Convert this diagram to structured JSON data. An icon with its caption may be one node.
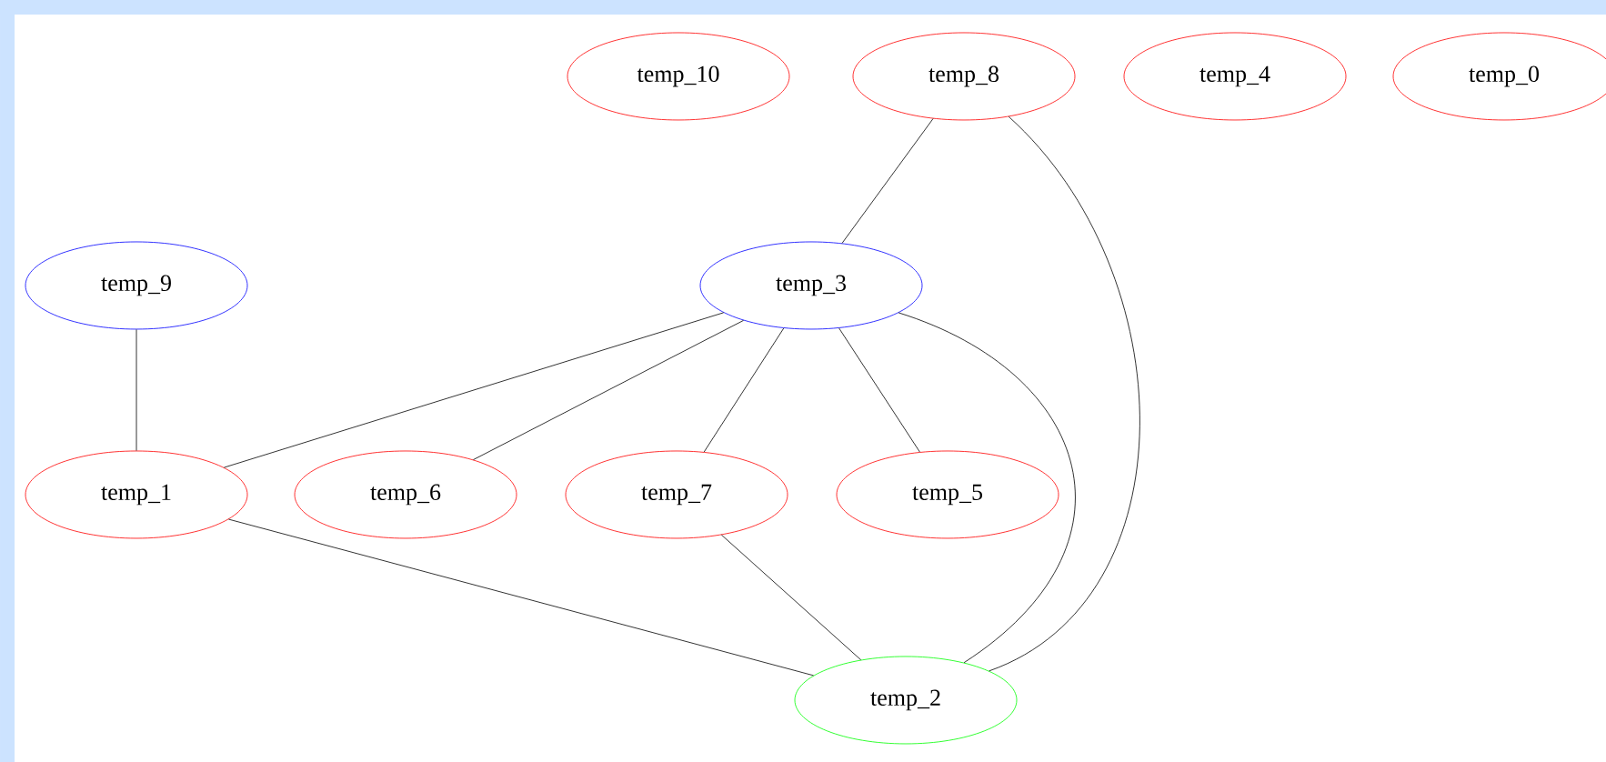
{
  "diagram": {
    "nodes": [
      {
        "text": [
          "temp_10"
        ]
      },
      {
        "text": [
          "temp_8"
        ]
      },
      {
        "text": [
          "temp_4"
        ]
      },
      {
        "text": [
          "temp_0"
        ]
      },
      {
        "text": [
          "temp_9"
        ]
      },
      {
        "text": [
          "temp_3"
        ]
      },
      {
        "text": [
          "temp_1"
        ]
      },
      {
        "text": [
          "temp_6"
        ]
      },
      {
        "text": [
          "temp_7"
        ]
      },
      {
        "text": [
          "temp_5"
        ]
      },
      {
        "text": [
          "temp_2"
        ]
      }
    ],
    "edges": [
      {
        "from": 1,
        "to": 5,
        "arrow": "none"
      },
      {
        "from": 1,
        "to": 10,
        "arrow": "none"
      },
      {
        "from": 4,
        "to": 6,
        "arrow": "none"
      },
      {
        "from": 5,
        "to": 6,
        "arrow": "none"
      },
      {
        "from": 5,
        "to": 7,
        "arrow": "none"
      },
      {
        "from": 5,
        "to": 8,
        "arrow": "none"
      },
      {
        "from": 5,
        "to": 9,
        "arrow": "none"
      },
      {
        "from": 5,
        "to": 10,
        "arrow": "none"
      },
      {
        "from": 6,
        "to": 10,
        "arrow": "none"
      },
      {
        "from": 8,
        "to": 10,
        "arrow": "none"
      }
    ]
  }
}
